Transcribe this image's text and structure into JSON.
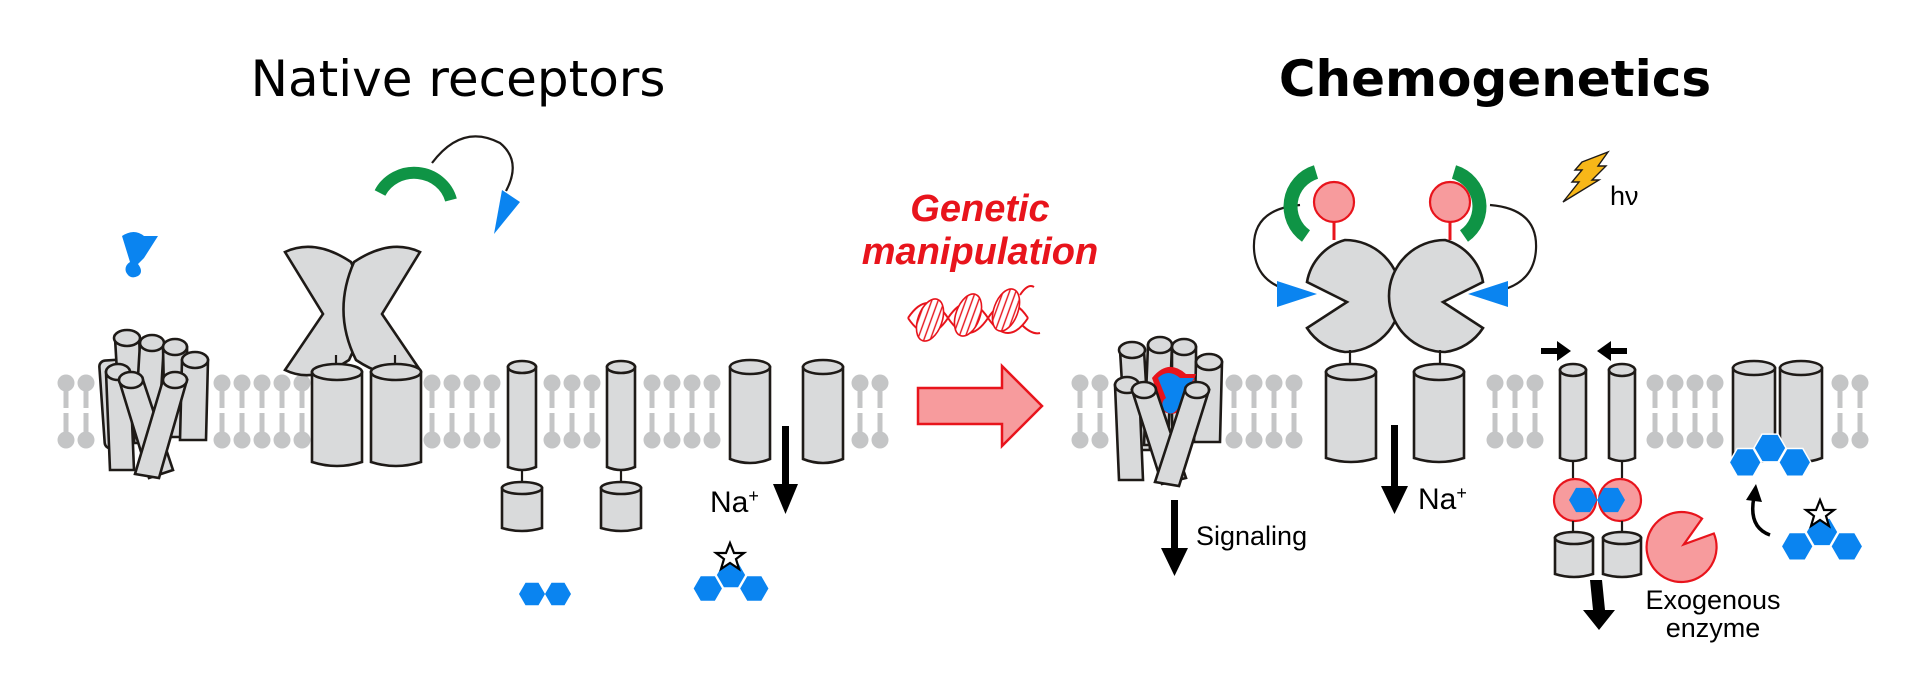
{
  "figure": {
    "left_panel": {
      "title": "Native receptors",
      "labels": {
        "sodium": "Na",
        "sodium_charge": "+"
      }
    },
    "transition": {
      "label_line1": "Genetic",
      "label_line2": "manipulation",
      "icons": [
        "dna-helix-icon",
        "right-arrow-icon"
      ]
    },
    "right_panel": {
      "title": "Chemogenetics",
      "labels": {
        "light": "hν",
        "sodium": "Na",
        "sodium_charge": "+",
        "signaling": "Signaling",
        "enzyme_line1": "Exogenous",
        "enzyme_line2": "enzyme"
      }
    },
    "colors": {
      "ligand_blue": "#0a84f0",
      "tether_green": "#0f9445",
      "engineered_red": "#e8141c",
      "engineered_pink": "#f79b9d",
      "protein_gray": "#d9dadb",
      "lipid_gray": "#c4c5c6",
      "lightning_yellow": "#f7b718",
      "outline": "#1e1a17"
    }
  }
}
